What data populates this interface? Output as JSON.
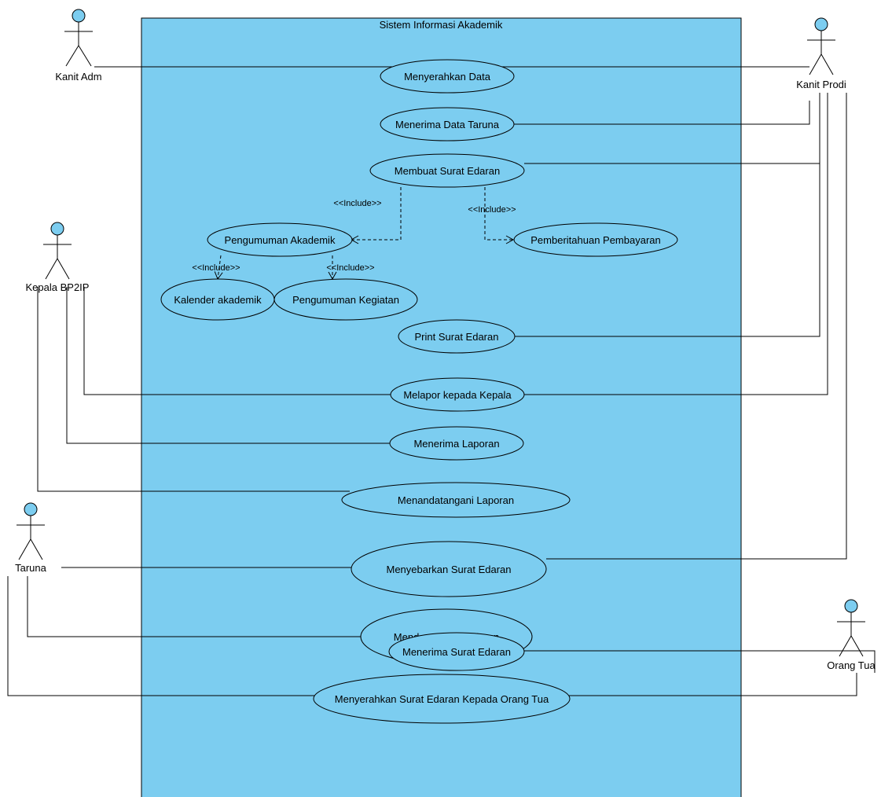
{
  "system": {
    "title": "Sistem Informasi Akademik"
  },
  "colors": {
    "system_fill": "#7ccdf0",
    "usecase_fill": "#7ccdf0",
    "actor_head": "#7ccdf0",
    "line": "#000000"
  },
  "actors": {
    "kanit_adm": "Kanit Adm",
    "kanit_prodi": "Kanit Prodi",
    "kepala_bp2ip": "Kepala BP2IP",
    "taruna": "Taruna",
    "orang_tua": "Orang Tua"
  },
  "usecases": {
    "menyerahkan_data": "Menyerahkan Data",
    "menerima_data_taruna": "Menerima Data Taruna",
    "membuat_surat_edaran": "Membuat Surat Edaran",
    "pengumuman_akademik": "Pengumuman Akademik",
    "pemberitahuan_pembayaran": "Pemberitahuan Pembayaran",
    "kalender_akademik": "Kalender akademik",
    "pengumuman_kegiatan": "Pengumuman Kegiatan",
    "print_surat_edaran": "Print Surat Edaran",
    "melapor_kepada_kepala": "Melapor kepada Kepala",
    "menerima_laporan": "Menerima Laporan",
    "menandatangani_laporan": "Menandatangani Laporan",
    "menyebarkan_surat_edaran": "Menyebarkan Surat Edaran",
    "mendapat_surat_edaran": "Mendapat surat edaran",
    "menyerahkan_surat_edaran_ortu": "Menyerahkan Surat Edaran  Kepada Orang Tua",
    "menerima_surat_edaran": "Menerima Surat Edaran"
  },
  "stereotypes": {
    "include_1": "<<Include>>",
    "include_2": "<<Include>>",
    "include_3": "<<Include>>",
    "include_4": "<<Include>>"
  }
}
